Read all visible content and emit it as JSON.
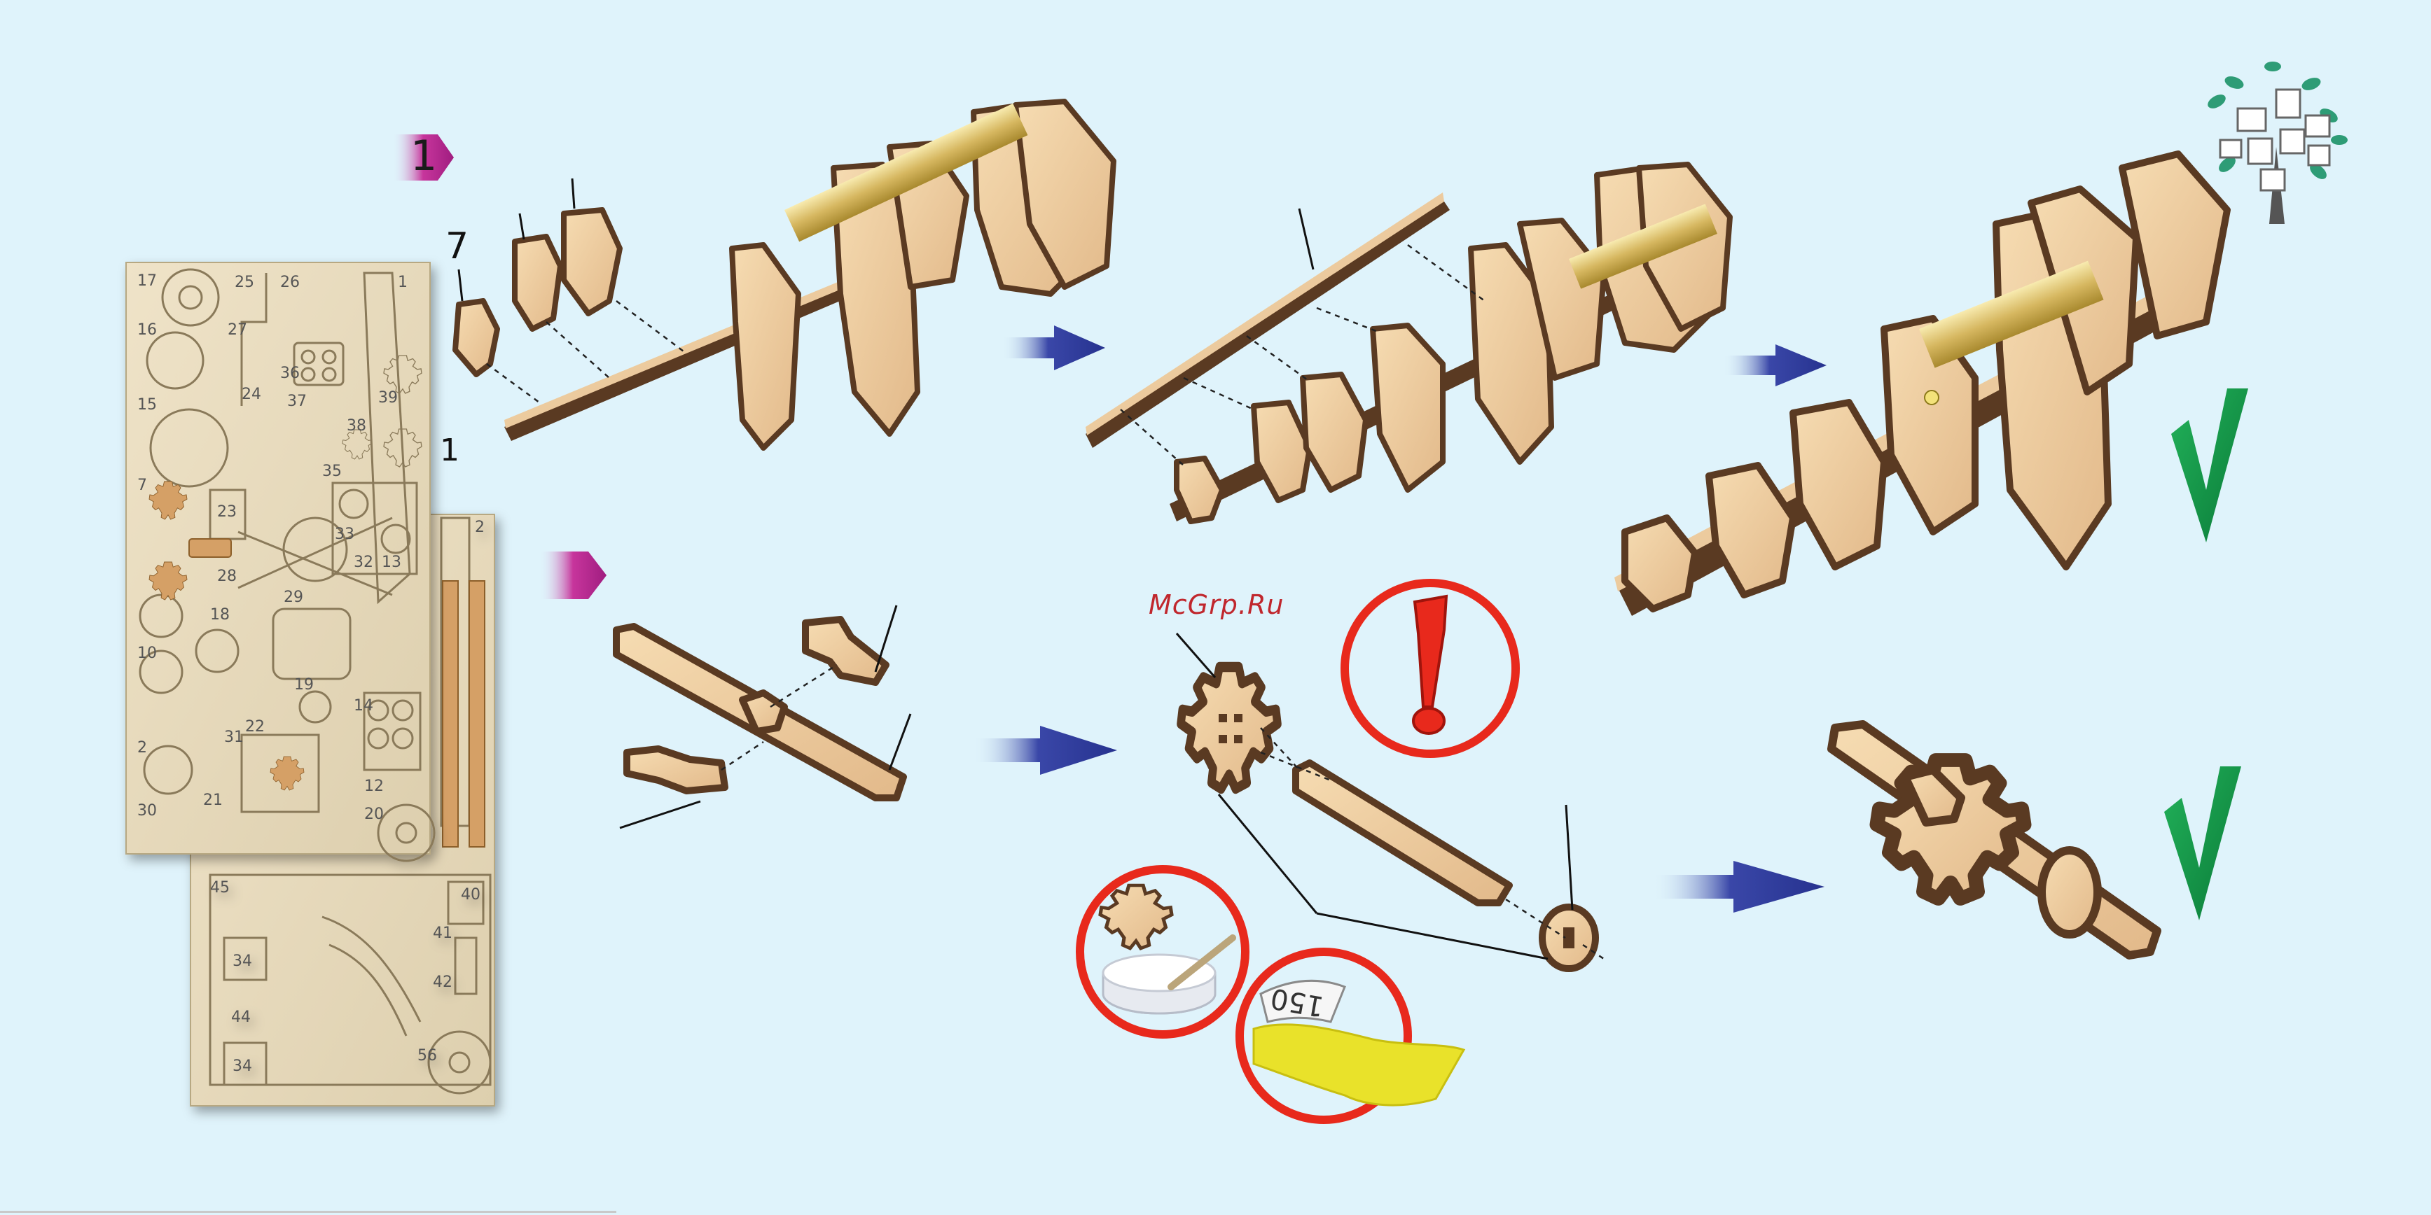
{
  "watermark": "McGrp.Ru",
  "step_badges": [
    {
      "label": "1"
    },
    {
      "label": ""
    }
  ],
  "part_labels": [
    "7",
    "1"
  ],
  "sheet_front_numbers": [
    "17",
    "25",
    "26",
    "16",
    "27",
    "15",
    "24",
    "37",
    "38",
    "39",
    "23",
    "33",
    "35",
    "32",
    "13",
    "7",
    "28",
    "29",
    "19",
    "14",
    "18",
    "21",
    "22",
    "12",
    "2",
    "30",
    "20",
    "10",
    "31",
    "36"
  ],
  "sheet_back_numbers": [
    "45",
    "34",
    "40",
    "41",
    "42",
    "44",
    "34",
    "56"
  ],
  "sheet_page_marks": [
    "1",
    "2"
  ],
  "colors": {
    "background": "#dff3fb",
    "wood_face": "#f0cf9e",
    "wood_edge": "#5a3a22",
    "arrow": "#2b3896",
    "check": "#109a48",
    "warning": "#e8291c",
    "badge": "#b5238f",
    "sheet": "#ecdfc3"
  },
  "icons": [
    "step-badge-icon",
    "right-arrow-icon",
    "checkmark-icon",
    "exclamation-warning-icon",
    "glue-pot-icon",
    "sandpaper-icon",
    "tree-logo-icon"
  ]
}
